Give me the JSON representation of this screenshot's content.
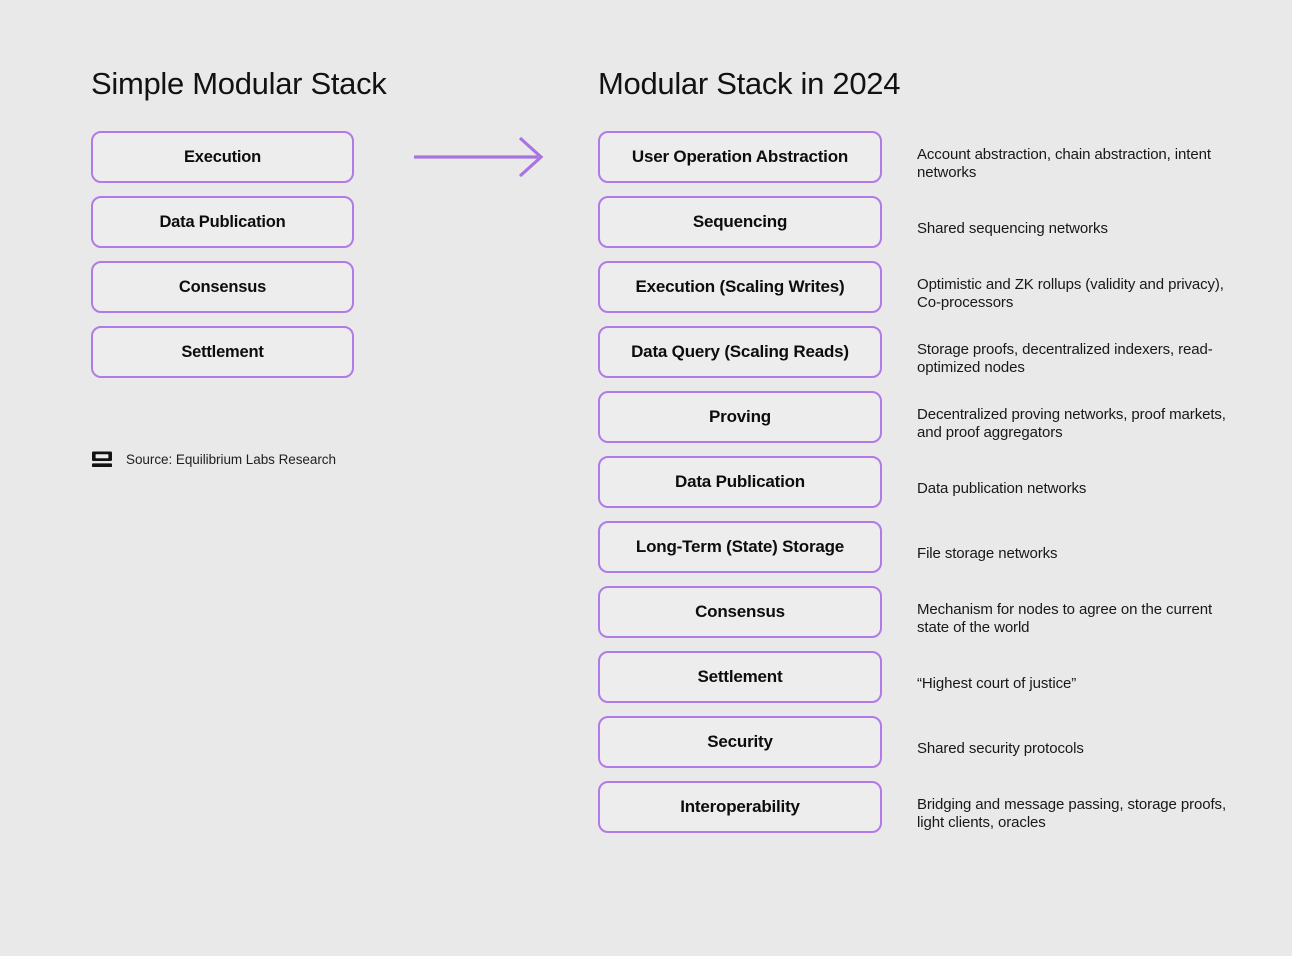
{
  "colors": {
    "background": "#e9e9e9",
    "box_fill": "#ededed",
    "box_border": "#b27ae8",
    "arrow": "#a974e2",
    "text": "#111214"
  },
  "left_column": {
    "title": "Simple Modular Stack",
    "boxes": [
      {
        "label": "Execution"
      },
      {
        "label": "Data Publication"
      },
      {
        "label": "Consensus"
      },
      {
        "label": "Settlement"
      }
    ]
  },
  "arrow": {
    "icon": "arrow-right-icon",
    "direction": "right"
  },
  "right_column": {
    "title": "Modular Stack in 2024",
    "boxes": [
      {
        "label": "User Operation Abstraction",
        "annotation": "Account abstraction, chain abstraction, intent networks"
      },
      {
        "label": "Sequencing",
        "annotation": "Shared sequencing networks"
      },
      {
        "label": "Execution (Scaling Writes)",
        "annotation": "Optimistic and ZK rollups (validity and privacy), Co-processors"
      },
      {
        "label": "Data Query (Scaling Reads)",
        "annotation": "Storage proofs, decentralized indexers, read-optimized nodes"
      },
      {
        "label": "Proving",
        "annotation": "Decentralized proving networks, proof markets, and proof aggregators"
      },
      {
        "label": "Data Publication",
        "annotation": "Data publication networks"
      },
      {
        "label": "Long-Term (State) Storage",
        "annotation": "File storage networks"
      },
      {
        "label": "Consensus",
        "annotation": "Mechanism for nodes to agree on the current state of the world"
      },
      {
        "label": "Settlement",
        "annotation": "“Highest court of justice”"
      },
      {
        "label": "Security",
        "annotation": "Shared security protocols"
      },
      {
        "label": "Interoperability",
        "annotation": "Bridging and message passing, storage proofs, light clients, oracles"
      }
    ]
  },
  "source": {
    "logo_icon": "equilibrium-labs-logo-icon",
    "text": "Source: Equilibrium Labs Research"
  }
}
